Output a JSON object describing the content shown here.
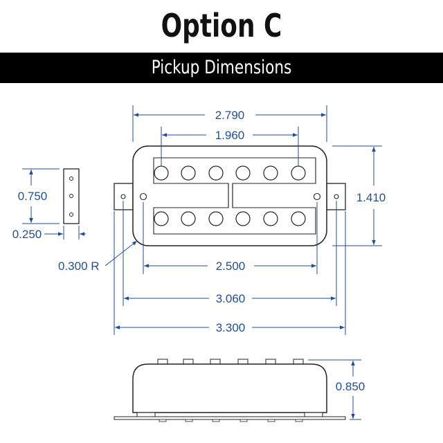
{
  "header": {
    "title": "Option C",
    "subtitle": "Pickup Dimensions"
  },
  "dimensions": {
    "overall_width": "2.790",
    "pole_span": "1.960",
    "height": "1.410",
    "mount_hole_spacing": "2.500",
    "mount_ear_span": "3.060",
    "baseplate_width": "3.300",
    "corner_radius": "0.300 R",
    "spacer_height": "0.750",
    "spacer_width": "0.250",
    "pickup_depth": "0.850"
  },
  "colors": {
    "dimension": "#1f4e99",
    "outline": "#222222",
    "banner": "#000000"
  }
}
